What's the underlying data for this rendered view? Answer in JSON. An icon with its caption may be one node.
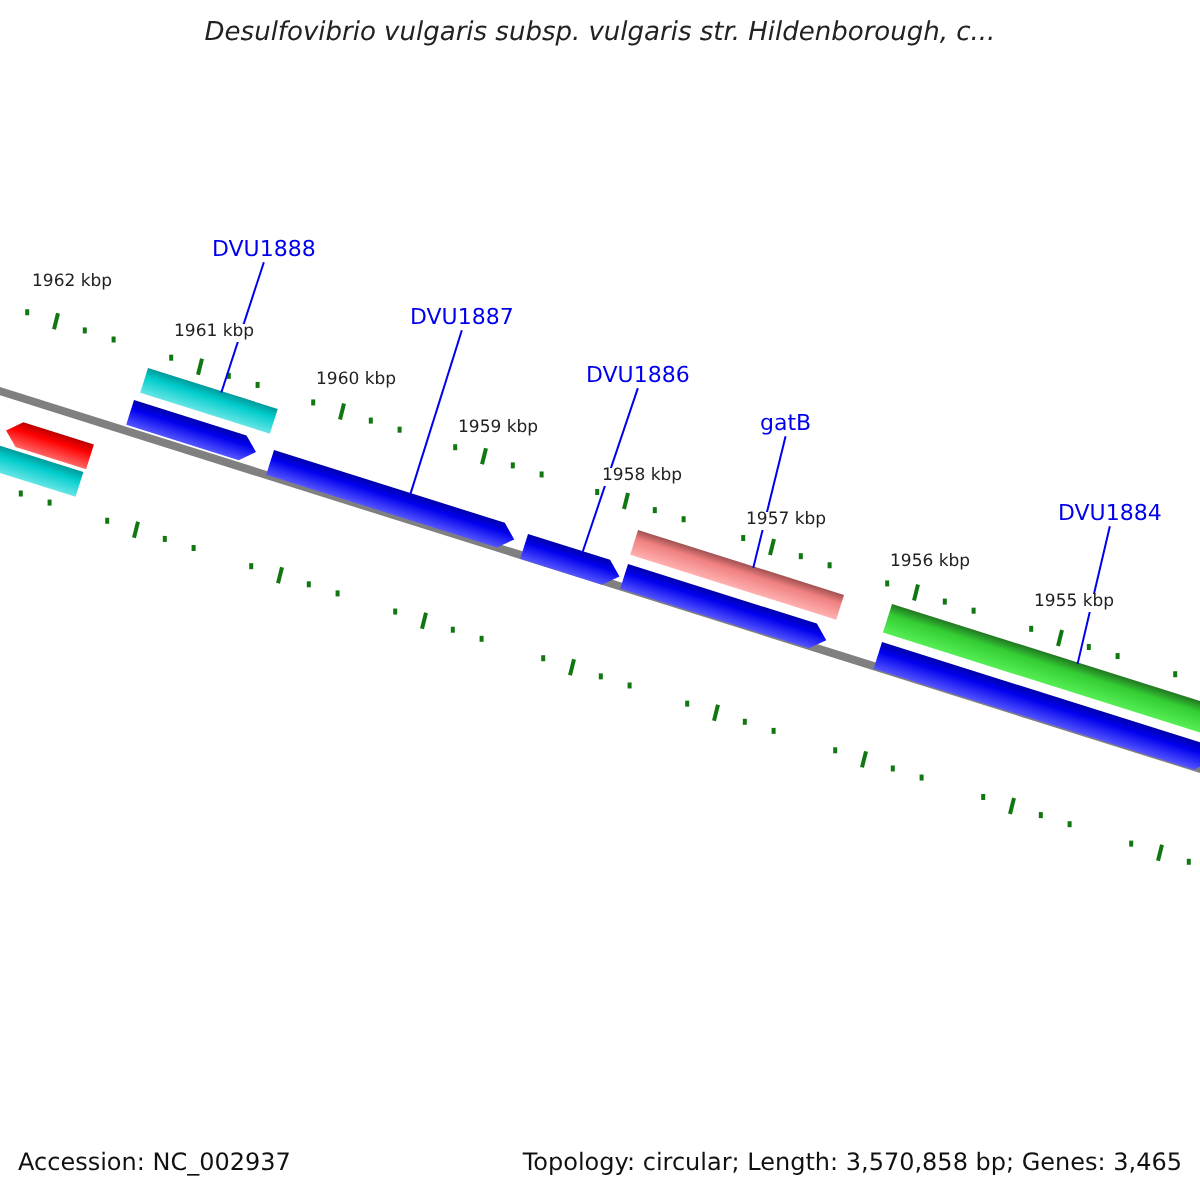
{
  "diagram": {
    "title": "Desulfovibrio vulgaris subsp. vulgaris str. Hildenborough, c...",
    "nodes": [
      {
        "text": [
          "DVU1888"
        ]
      },
      {
        "text": [
          "DVU1887"
        ]
      },
      {
        "text": [
          "DVU1886"
        ]
      },
      {
        "text": [
          "gatB"
        ]
      },
      {
        "text": [
          "DVU1884"
        ]
      },
      {
        "text": [],
        "shape": "arrow"
      },
      {
        "text": [],
        "shape": "bar"
      },
      {
        "text": [],
        "shape": "bar"
      },
      {
        "text": [],
        "shape": "arrow"
      },
      {
        "text": [],
        "shape": "arrow"
      },
      {
        "text": [],
        "shape": "arrow"
      },
      {
        "text": [],
        "shape": "bar"
      },
      {
        "text": [],
        "shape": "arrow"
      },
      {
        "text": [],
        "shape": "bar"
      },
      {
        "text": [],
        "shape": "arrow"
      }
    ],
    "edges": [
      {
        "from": 0,
        "to": 7,
        "arrow": "none"
      },
      {
        "from": 1,
        "to": 9,
        "arrow": "none"
      },
      {
        "from": 2,
        "to": 10,
        "arrow": "none"
      },
      {
        "from": 3,
        "to": 11,
        "arrow": "none"
      },
      {
        "from": 4,
        "to": 13,
        "arrow": "none"
      }
    ],
    "labels": [
      "1962 kbp",
      "1961 kbp",
      "1960 kbp",
      "1959 kbp",
      "1958 kbp",
      "1957 kbp",
      "1956 kbp",
      "1955 kbp",
      "Accession: NC_002937",
      "Topology: circular; Length: 3,570,858 bp; Genes: 3,465"
    ]
  }
}
